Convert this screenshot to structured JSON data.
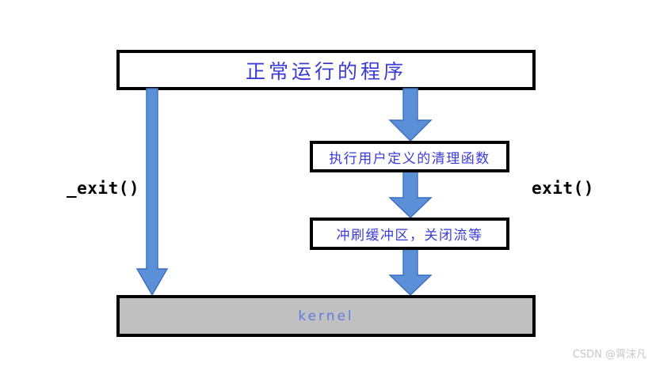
{
  "diagram": {
    "title": "exit vs _exit flow",
    "colors": {
      "arrow_fill": "#5b8fd8",
      "arrow_stroke": "#3a6fbf",
      "box_border": "#000000",
      "box_text": "#3b3bd6",
      "kernel_fill": "#c0c0c0",
      "kernel_text": "#5b7ee0",
      "label_text": "#000000",
      "watermark_text": "#c8c8c8",
      "background": "#ffffff"
    },
    "nodes": {
      "program": "正常运行的程序",
      "cleanup": "执行用户定义的清理函数",
      "flush": "冲刷缓冲区，关闭流等",
      "kernel": "kernel"
    },
    "labels": {
      "left_call": "_exit()",
      "right_call": "exit()"
    },
    "arrows": [
      {
        "name": "program-to-kernel-direct",
        "from": "program",
        "to": "kernel"
      },
      {
        "name": "program-to-cleanup",
        "from": "program",
        "to": "cleanup"
      },
      {
        "name": "cleanup-to-flush",
        "from": "cleanup",
        "to": "flush"
      },
      {
        "name": "flush-to-kernel",
        "from": "flush",
        "to": "kernel"
      }
    ]
  },
  "watermark": {
    "text": "CSDN @霄沫凡"
  }
}
